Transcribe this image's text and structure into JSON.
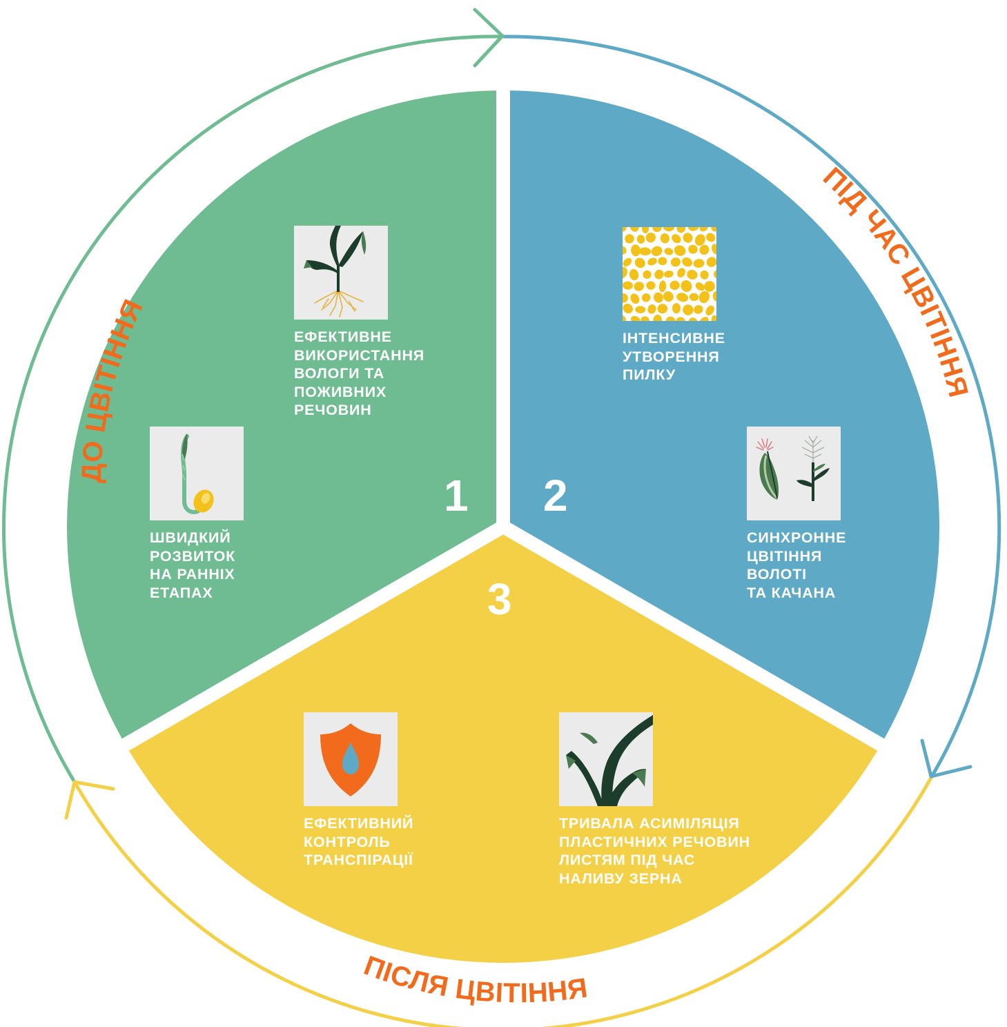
{
  "phases": {
    "before": {
      "label": "ДО ЦВІТІННЯ",
      "number": "1",
      "color": "#6fbc93"
    },
    "during": {
      "label": "ПІД ЧАС ЦВІТІННЯ",
      "number": "2",
      "color": "#5ea9c5"
    },
    "after": {
      "label": "ПІСЛЯ ЦВІТІННЯ",
      "number": "3",
      "color": "#f3d045"
    }
  },
  "label_color": "#f26a1b",
  "cards": [
    {
      "icon": "plant-with-roots-icon",
      "text": "ЕФЕКТИВНЕ\nВИКОРИСТАННЯ\nВОЛОГИ ТА\nПОЖИВНИХ\nРЕЧОВИН"
    },
    {
      "icon": "sprouting-seed-icon",
      "text": "ШВИДКИЙ\nРОЗВИТОК\nНА РАННІХ\nЕТАПАХ"
    },
    {
      "icon": "pollen-grains-icon",
      "text": "ІНТЕНСИВНЕ\nУТВОРЕННЯ\nПИЛКУ"
    },
    {
      "icon": "tassel-and-ear-icon",
      "text": "СИНХРОННЕ\nЦВІТІННЯ\nВОЛОТІ\nТА КАЧАНА"
    },
    {
      "icon": "shield-water-drop-icon",
      "text": "ЕФЕКТИВНИЙ\nКОНТРОЛЬ\nТРАНСПІРАЦІЇ"
    },
    {
      "icon": "leaves-icon",
      "text": "ТРИВАЛА АСИМІЛЯЦІЯ\nПЛАСТИЧНИХ РЕЧОВИН\nЛИСТЯМ ПІД ЧАС\nНАЛИВУ ЗЕРНА"
    }
  ]
}
